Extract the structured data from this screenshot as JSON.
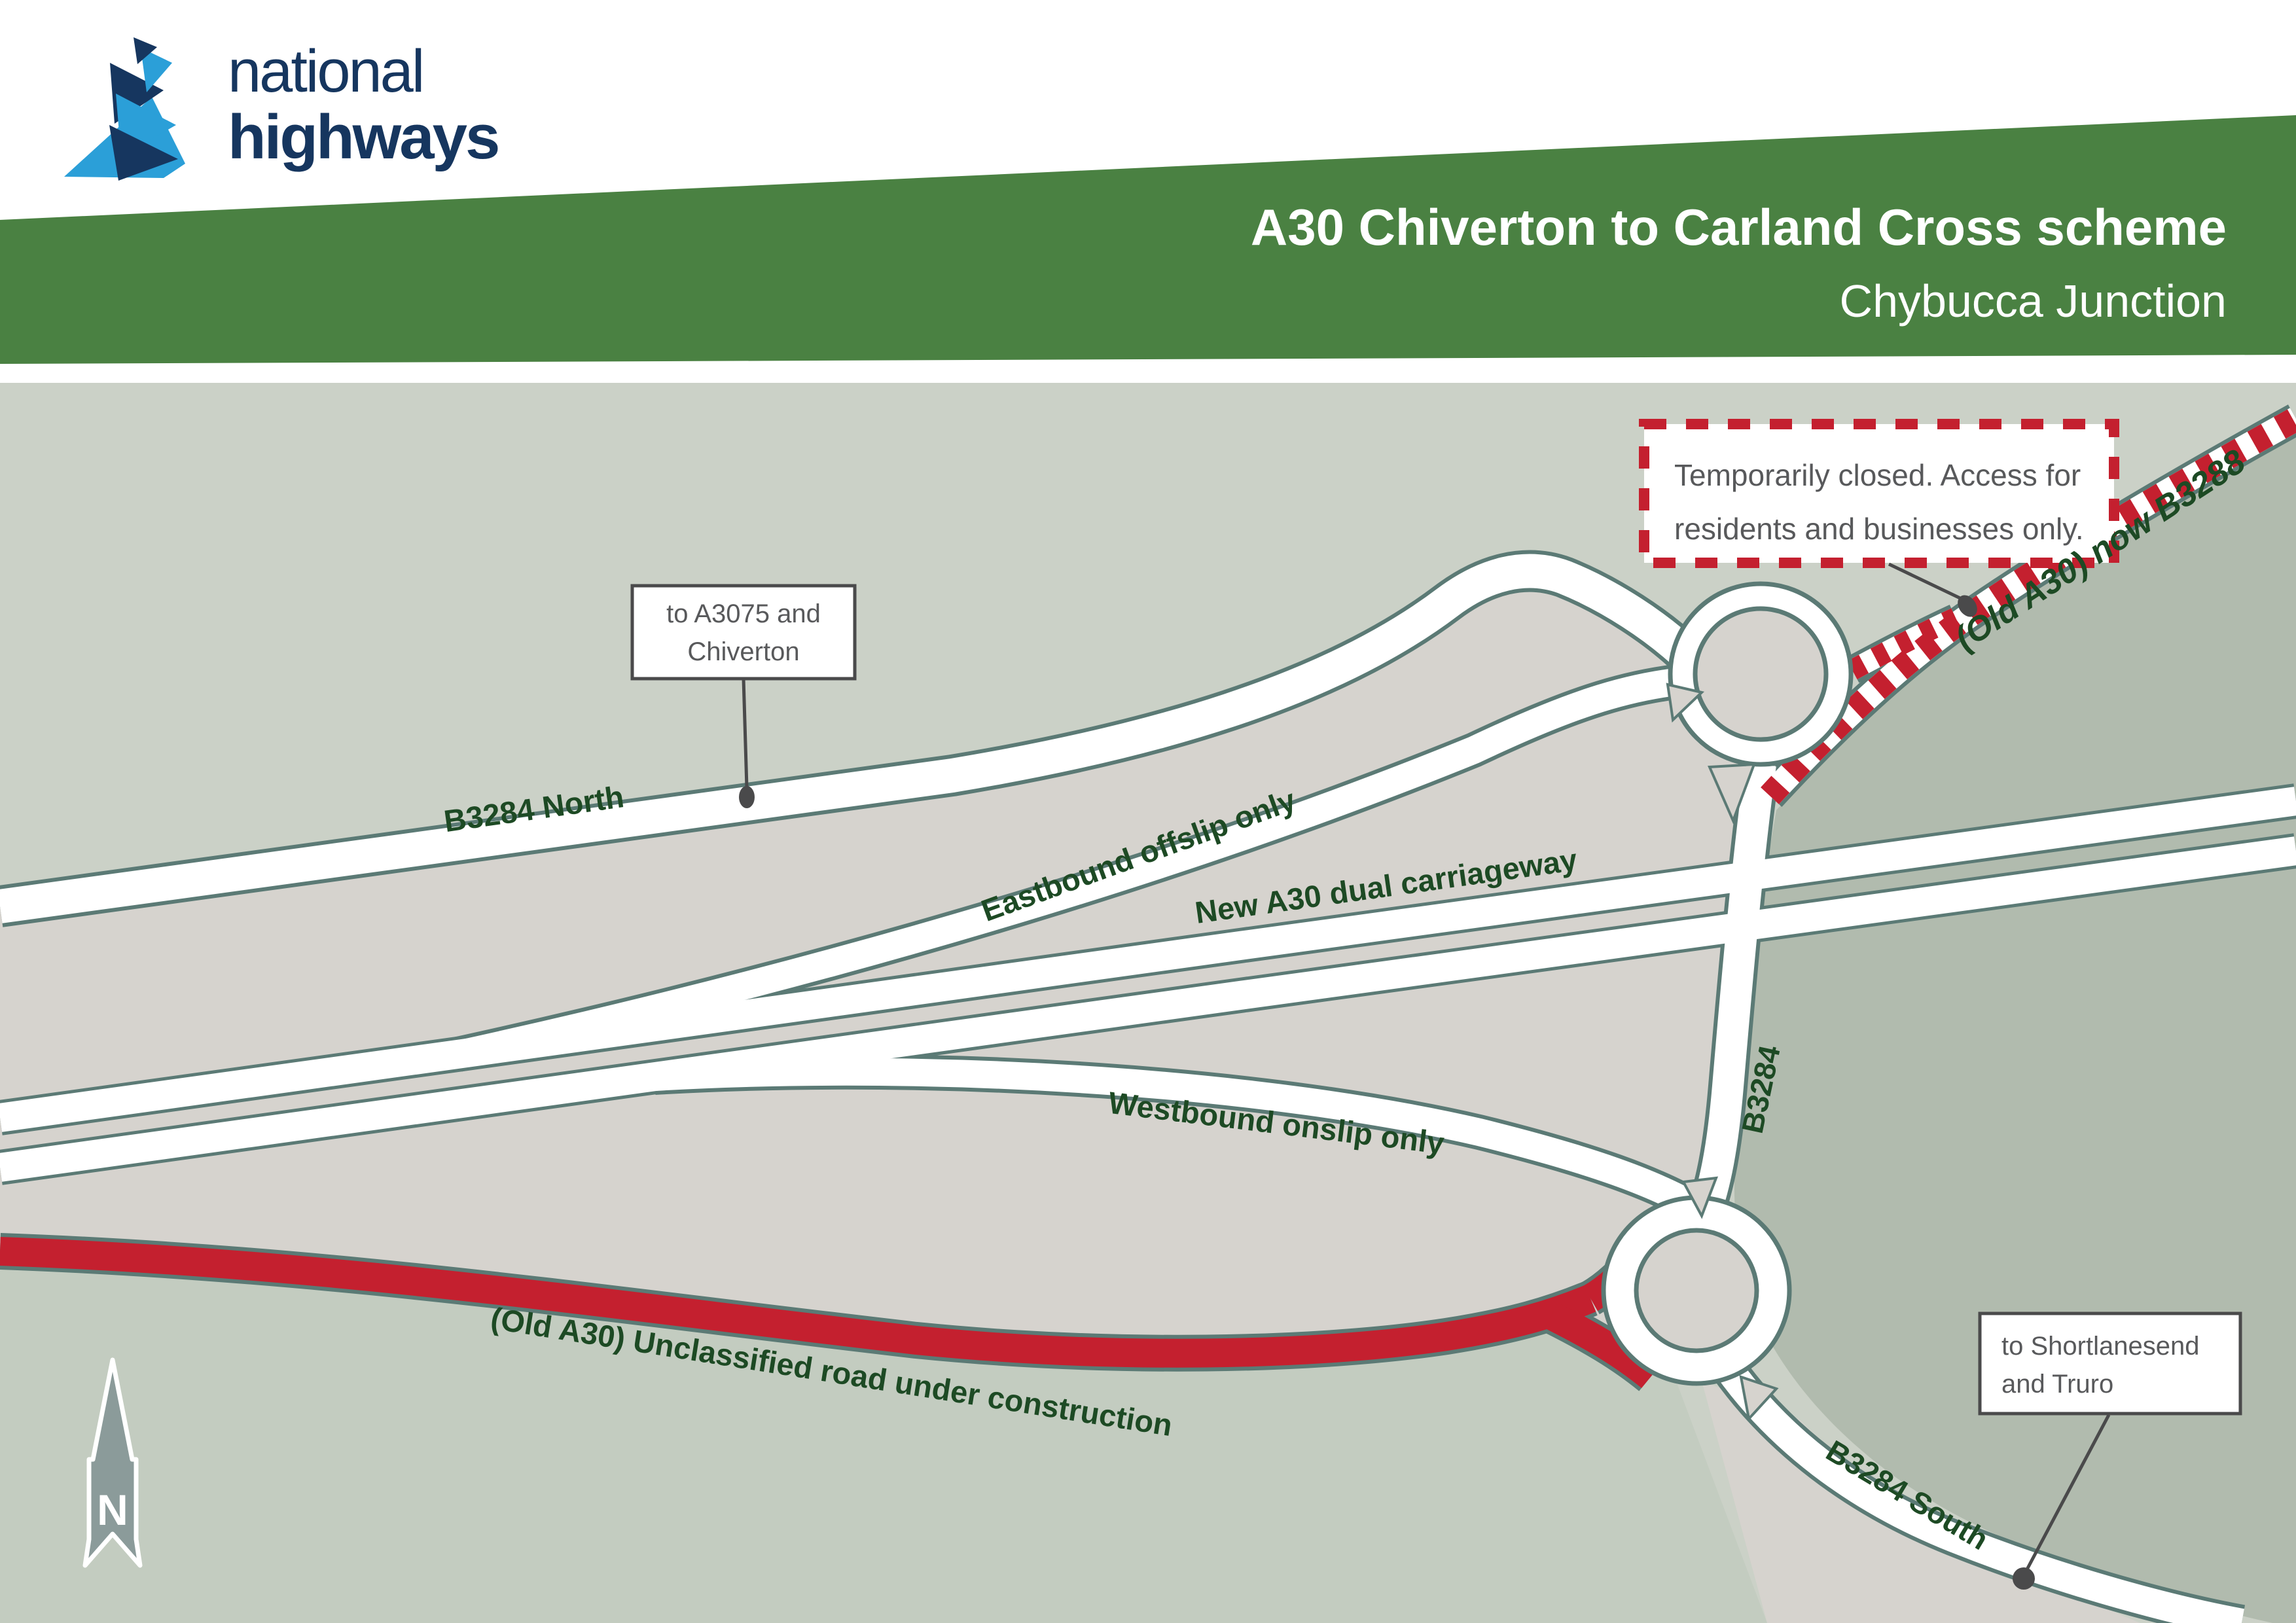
{
  "header": {
    "brand_line1": "national",
    "brand_line2": "highways",
    "title": "A30 Chiverton to Carland Cross scheme",
    "subtitle": "Chybucca Junction"
  },
  "map": {
    "notice": {
      "line1": "Temporarily closed. Access for",
      "line2": "residents and businesses only."
    },
    "callouts": [
      {
        "line1": "to A3075 and",
        "line2": "Chiverton"
      },
      {
        "line1": "to Shortlanesend",
        "line2": "and Truro"
      }
    ],
    "road_labels": {
      "b3284_north": "B3284 North",
      "eastbound_offslip": "Eastbound offslip only",
      "new_a30": "New A30 dual carriageway",
      "westbound_onslip": "Westbound onslip only",
      "old_a30_construction": "(Old A30) Unclassified road under construction",
      "old_a30_b3288": "(Old A30) now B3288",
      "b3284": "B3284",
      "b3284_south": "B3284 South"
    },
    "compass": {
      "label": "N"
    }
  },
  "colors": {
    "banner_green": "#4a8142",
    "brand_navy": "#16365f",
    "brand_light_blue": "#2b9fd8",
    "map_background": "#cbd1c7",
    "map_background_dark": "#b1bbae",
    "map_background_lower": "#c3ccc0",
    "land_island_grey": "#d6d3ce",
    "road_casing_teal": "#5b7a75",
    "closed_road_red": "#c4202f",
    "label_dark_green": "#1d4a24",
    "callout_text_grey": "#58595b",
    "marker_grey": "#4a4a4b",
    "compass_grey": "#8b9b9a"
  }
}
